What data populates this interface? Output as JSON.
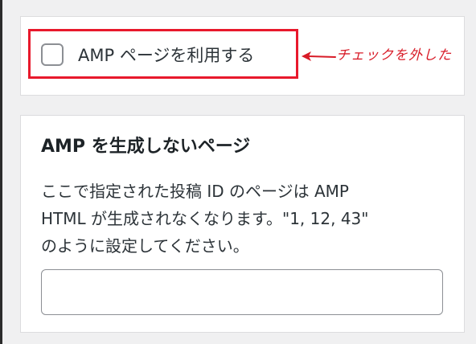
{
  "amp_toggle": {
    "label": "AMP ページを利用する",
    "checked": false
  },
  "annotation": {
    "text": "チェックを外した",
    "color": "#d81b27"
  },
  "no_amp_pages": {
    "title": "AMP を生成しないページ",
    "description_lines": [
      "ここで指定された投稿 ID のページは AMP",
      "HTML が生成されなくなります。\"1, 12, 43\"",
      "のように設定してください。"
    ],
    "input_value": ""
  },
  "colors": {
    "highlight": "#e8192c",
    "card_background": "#ffffff",
    "page_background": "#f0f0f1"
  },
  "icons": {
    "annotation_arrow": "left-arrow-icon"
  }
}
